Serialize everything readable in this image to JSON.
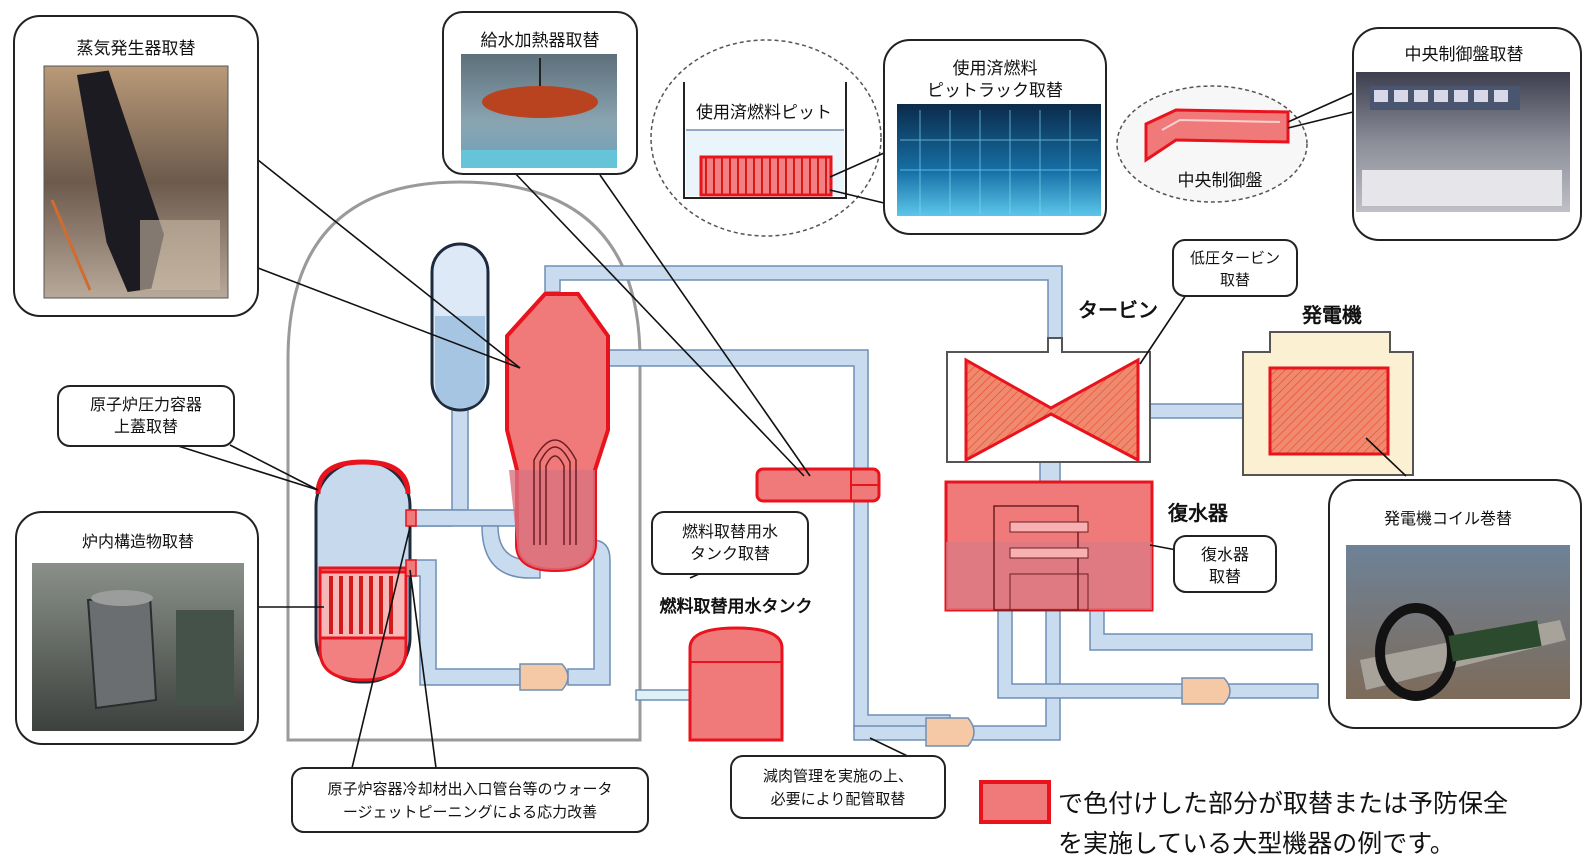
{
  "labels": {
    "steam_generator_replace": "蒸気発生器取替",
    "feedwater_heater_replace": "給水加熱器取替",
    "spent_fuel_pit": "使用済燃料ピット",
    "spent_fuel_rack_replace_1": "使用済燃料",
    "spent_fuel_rack_replace_2": "ピットラック取替",
    "central_control_panel": "中央制御盤",
    "central_control_panel_replace": "中央制御盤取替",
    "lp_turbine_replace_1": "低圧タービン",
    "lp_turbine_replace_2": "取替",
    "turbine": "タービン",
    "generator": "発電機",
    "condenser": "復水器",
    "condenser_replace_1": "復水器",
    "condenser_replace_2": "取替",
    "generator_coil_rewind": "発電機コイル巻替",
    "rpv_head_replace_1": "原子炉圧力容器",
    "rpv_head_replace_2": "上蓋取替",
    "core_internals_replace": "炉内構造物取替",
    "fuel_water_tank_replace_1": "燃料取替用水",
    "fuel_water_tank_replace_2": "タンク取替",
    "fuel_water_tank": "燃料取替用水タンク",
    "wjp_1": "原子炉容器冷却材出入口管台等のウォータ",
    "wjp_2": "ージェットピーニングによる応力改善",
    "pipe_thinning_1": "減肉管理を実施の上、",
    "pipe_thinning_2": "必要により配管取替",
    "legend_1": "で色付けした部分が取替または予防保全",
    "legend_2": "を実施している大型機器の例です。"
  },
  "colors": {
    "replaced_fill": "#f07a7a",
    "replaced_stroke": "#e8131d",
    "pipe": "#c9dcef",
    "pipe_edge": "#6f8fb5",
    "generator_housing": "#fbf0d2",
    "pump": "#f6c9a6"
  },
  "icons": {
    "steam_generator_photo": "photo-steam-generator-lift",
    "feedwater_heater_photo": "photo-feedwater-heater",
    "spent_fuel_rack_photo": "photo-spent-fuel-rack",
    "control_room_photo": "photo-control-room",
    "core_internals_photo": "photo-core-internals",
    "generator_coil_photo": "photo-generator-rotor"
  }
}
